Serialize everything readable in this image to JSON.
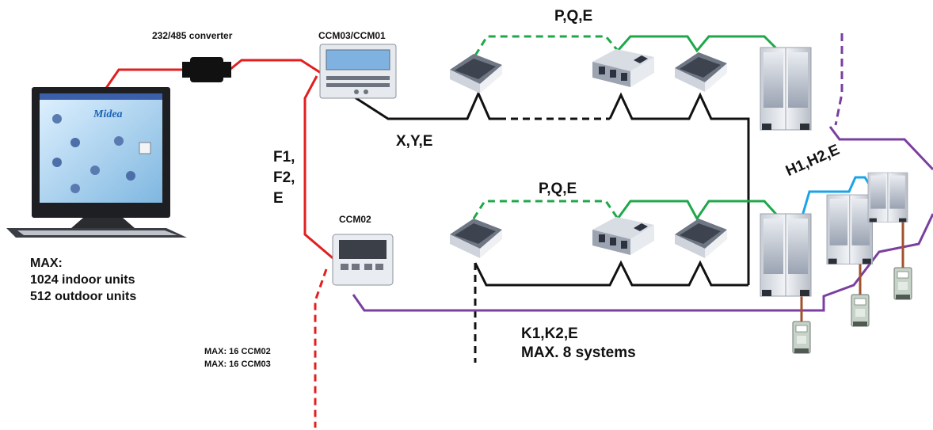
{
  "labels": {
    "converter": "232/485  converter",
    "ccm03_ccm01": "CCM03/CCM01",
    "ccm02": "CCM02",
    "pqe_top": "P,Q,E",
    "pqe_bottom": "P,Q,E",
    "xye": "X,Y,E",
    "f_line1": "F1,",
    "f_line2": "F2,",
    "f_line3": "E",
    "h_bus": "H1,H2,E",
    "k_bus": "K1,K2,E",
    "k_max": "MAX. 8 systems",
    "max_title": "MAX:",
    "max_indoor": "1024 indoor units",
    "max_outdoor": "512 outdoor units",
    "max_ccm02": "MAX: 16 CCM02",
    "max_ccm03": "MAX: 16 CCM03",
    "screen_brand": "Midea"
  },
  "colors": {
    "rs232_line": "#e21f1f",
    "pqe_bus": "#1fa84a",
    "xye_bus": "#111111",
    "k_bus": "#7a3fa0",
    "h_bus": "#1aa3e8",
    "meter_wire": "#a0522d"
  },
  "icons": [
    "computer-icon",
    "converter-icon",
    "central-controller-icon",
    "cassette-indoor-unit-icon",
    "duct-indoor-unit-icon",
    "outdoor-unit-icon",
    "energy-meter-icon"
  ]
}
